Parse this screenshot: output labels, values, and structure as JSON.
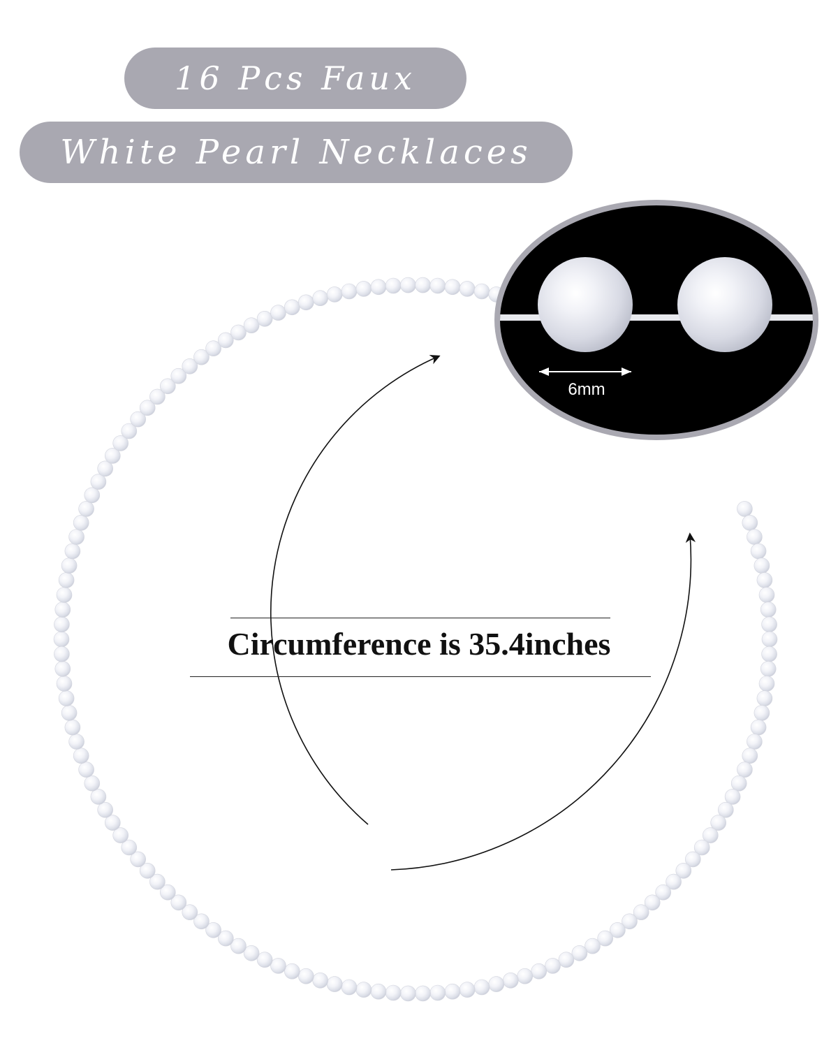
{
  "title": {
    "line1": "16 Pcs Faux",
    "line2": "White Pearl Necklaces"
  },
  "caption": "Circumference is 35.4inches",
  "inset": {
    "size_label": "6mm"
  },
  "colors": {
    "pill": "#a9a8b1",
    "inset_background": "#000000",
    "inset_border": "#a9a8b1",
    "pearl": "#eceef4",
    "text": "#111111"
  },
  "icons": {
    "arrow_top": "clockwise-arrow-icon",
    "arrow_right": "upward-arrow-icon",
    "double_arrow": "double-arrow-icon"
  }
}
